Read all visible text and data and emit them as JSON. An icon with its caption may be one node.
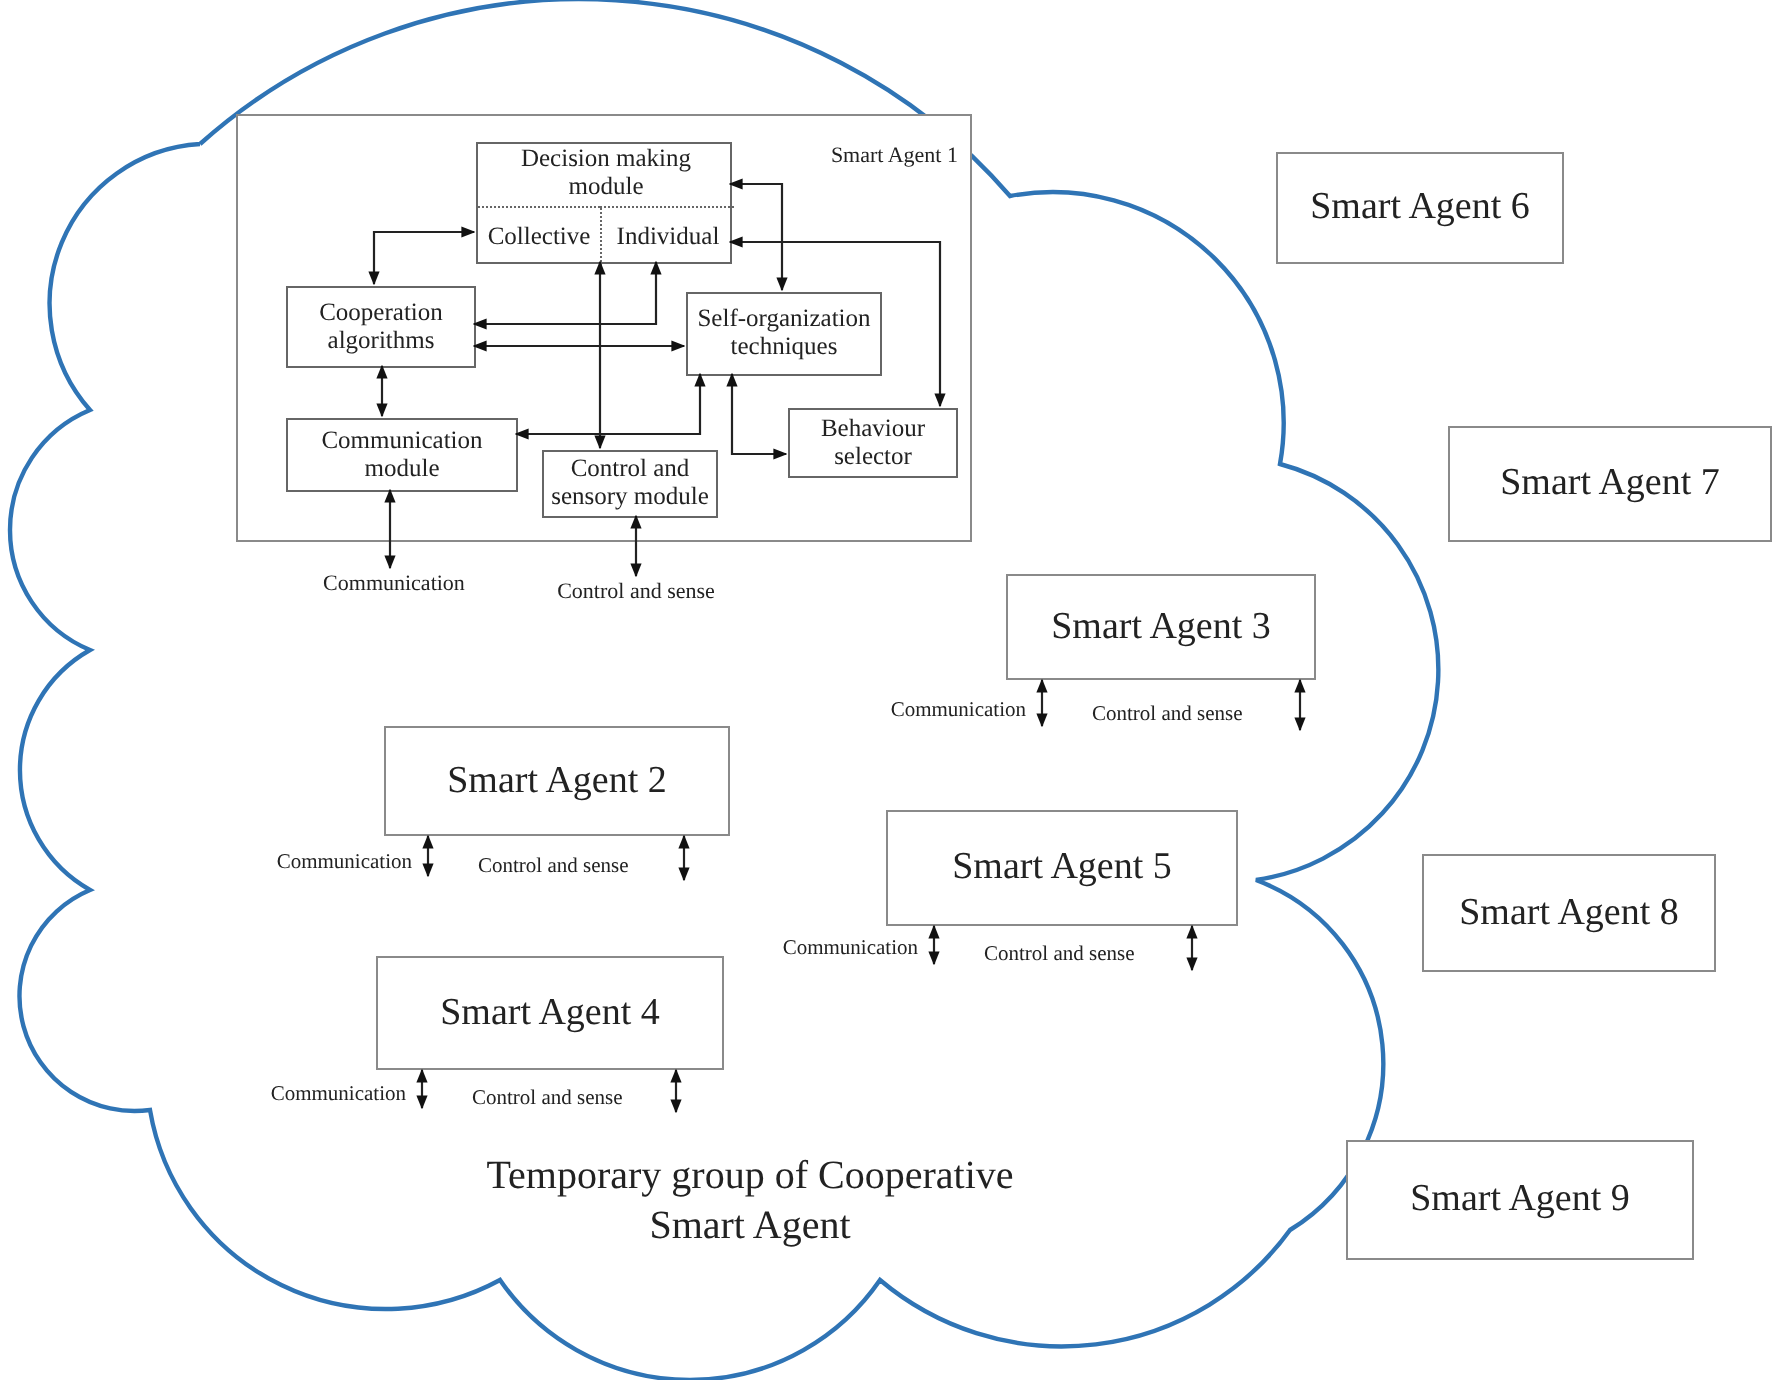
{
  "diagram": {
    "nodes": [
      {
        "text": [
          "Temporary group of Cooperative Smart Agent"
        ]
      },
      {
        "text": [
          "Smart Agent 1"
        ],
        "in": 0
      },
      {
        "text": [
          "Decision making module"
        ],
        "in": 1
      },
      {
        "text": [
          "Collective"
        ],
        "in": 2
      },
      {
        "text": [
          "Individual"
        ],
        "in": 2
      },
      {
        "text": [
          "Cooperation algorithms"
        ],
        "in": 1
      },
      {
        "text": [
          "Self-organization techniques"
        ],
        "in": 1
      },
      {
        "text": [
          "Communication module"
        ],
        "in": 1
      },
      {
        "text": [
          "Behaviour selector"
        ],
        "in": 1
      },
      {
        "text": [
          "Control and sensory module"
        ],
        "in": 1
      },
      {
        "text": [
          "Communication"
        ],
        "in": 0
      },
      {
        "text": [
          "Control and sense"
        ],
        "in": 0
      },
      {
        "text": [
          "Smart Agent 3"
        ],
        "in": 0
      },
      {
        "text": [
          "Smart Agent 2"
        ],
        "in": 0
      },
      {
        "text": [
          "Smart Agent 5"
        ],
        "in": 0
      },
      {
        "text": [
          "Smart Agent 4"
        ],
        "in": 0
      },
      {
        "text": [
          "Smart Agent 6"
        ]
      },
      {
        "text": [
          "Smart Agent 7"
        ]
      },
      {
        "text": [
          "Smart Agent 8"
        ]
      },
      {
        "text": [
          "Smart Agent 9"
        ]
      },
      {
        "text": [
          "Communication"
        ],
        "in": 0
      },
      {
        "text": [
          "Control and sense"
        ],
        "in": 0
      },
      {
        "text": [
          "Communication"
        ],
        "in": 0
      },
      {
        "text": [
          "Control and sense"
        ],
        "in": 0
      },
      {
        "text": [
          "Communication"
        ],
        "in": 0
      },
      {
        "text": [
          "Control and sense"
        ],
        "in": 0
      },
      {
        "text": [
          "Communication"
        ],
        "in": 0
      },
      {
        "text": [
          "Control and sense"
        ],
        "in": 0
      }
    ],
    "edges": [
      {
        "from": 3,
        "to": 5,
        "arrow": "both"
      },
      {
        "from": 4,
        "to": 5,
        "arrow": "both"
      },
      {
        "from": 5,
        "to": 6,
        "arrow": "both"
      },
      {
        "from": 5,
        "to": 7,
        "arrow": "both"
      },
      {
        "from": 6,
        "to": 7,
        "arrow": "both"
      },
      {
        "from": 2,
        "to": 9,
        "arrow": "both"
      },
      {
        "from": 2,
        "to": 6,
        "arrow": "both"
      },
      {
        "from": 4,
        "to": 8,
        "arrow": "both"
      },
      {
        "from": 6,
        "to": 8,
        "arrow": "both"
      },
      {
        "from": 7,
        "to": 10,
        "arrow": "both"
      },
      {
        "from": 9,
        "to": 11,
        "arrow": "both"
      },
      {
        "from": 12,
        "to": 20,
        "arrow": "both"
      },
      {
        "from": 12,
        "to": 21,
        "arrow": "both"
      },
      {
        "from": 13,
        "to": 22,
        "arrow": "both"
      },
      {
        "from": 13,
        "to": 23,
        "arrow": "both"
      },
      {
        "from": 14,
        "to": 24,
        "arrow": "both"
      },
      {
        "from": 14,
        "to": 25,
        "arrow": "both"
      },
      {
        "from": 15,
        "to": 26,
        "arrow": "both"
      },
      {
        "from": 15,
        "to": 27,
        "arrow": "both"
      }
    ]
  }
}
